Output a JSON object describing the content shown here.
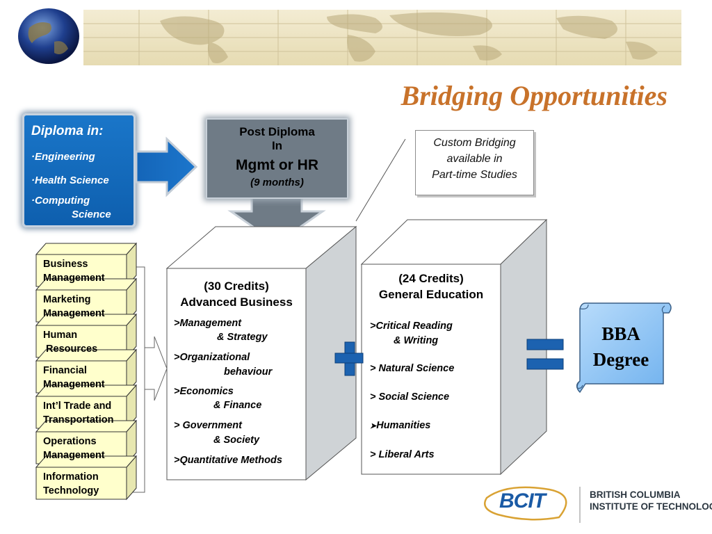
{
  "slide": {
    "title": "Bridging Opportunities"
  },
  "diploma": {
    "heading": "Diploma in:",
    "items": [
      "Engineering",
      "Health Science",
      "Computing",
      "Science"
    ]
  },
  "post_diploma": {
    "line1": "Post Diploma",
    "line2": "In",
    "line3": "Mgmt or HR",
    "line4": "(9 months)"
  },
  "callout": {
    "lines": [
      "Custom Bridging",
      "available in",
      "Part-time Studies"
    ]
  },
  "advanced_business": {
    "credits": "(30 Credits)",
    "heading": "Advanced Business",
    "items": [
      ">Management",
      "& Strategy",
      ">Organizational",
      "behaviour",
      ">Economics",
      "&  Finance",
      "> Government",
      "&  Society",
      ">Quantitative Methods"
    ]
  },
  "general_education": {
    "credits": "(24 Credits)",
    "heading": "General Education",
    "items": [
      ">Critical Reading",
      "&  Writing",
      "> Natural Science",
      "> Social Science",
      "Humanities",
      "> Liberal Arts"
    ]
  },
  "specializations": [
    "Business\nManagement",
    "Marketing\nManagement",
    "Human\n Resources",
    "Financial\nManagement",
    "Int’l Trade and\nTransportation",
    "Operations\nManagement",
    "Information\nTechnology"
  ],
  "degree": {
    "line1": "BBA",
    "line2": "Degree"
  },
  "logo": {
    "mark": "BCIT",
    "name": "BRITISH COLUMBIA\nINSTITUTE OF TECHNOLOGY"
  },
  "colors": {
    "title": "#c8722a",
    "diploma_blue": "#1068b9",
    "post_grey": "#6f7b86",
    "cube_face": "#ffffff",
    "cube_side": "#cfd3d6",
    "symbol_blue": "#1c62b0",
    "scroll_blue": "#8ec3f3",
    "map_parchment": "#ece3c0"
  }
}
